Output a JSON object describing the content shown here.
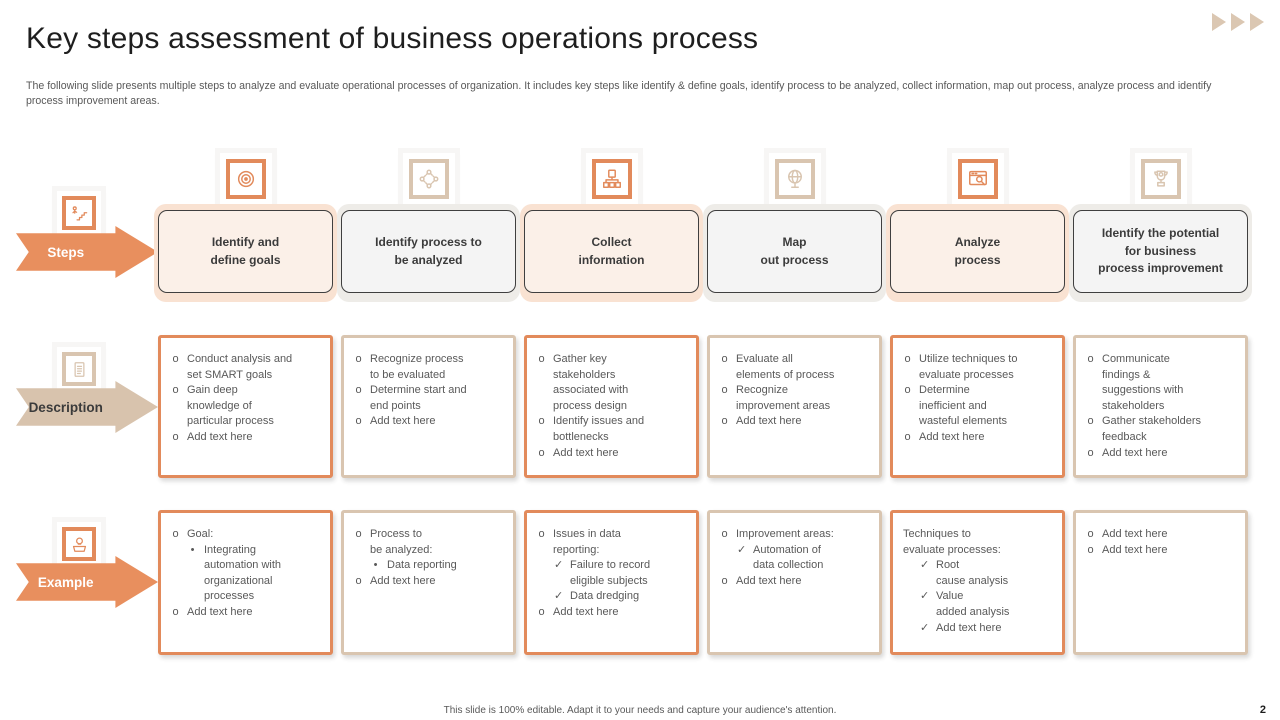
{
  "slide": {
    "title": "Key steps assessment of business operations process",
    "subtitle": "The following slide presents multiple steps to analyze and evaluate operational processes of organization. It includes key steps like identify & define goals, identify process to be analyzed, collect information, map out process, analyze process and identify process improvement areas.",
    "footer": "This slide is 100% editable.  Adapt it to your needs and capture your audience's attention.",
    "page_number": "2"
  },
  "decor": {
    "top_right_arrows": 3,
    "arrow_icon": "forward-triangles-icon"
  },
  "colors": {
    "orange": "#E28A5B",
    "orange_box_bg": "#FBF0E8",
    "tan": "#D9C5B0",
    "grey_box_bg": "#F4F4F4",
    "text_dark": "#3B3B3B",
    "text_body": "#595959"
  },
  "left_labels": {
    "steps": {
      "label": "Steps",
      "icon": "climb-steps-icon"
    },
    "description": {
      "label": "Description",
      "icon": "document-icon"
    },
    "example": {
      "label": "Example",
      "icon": "idea-tray-icon"
    }
  },
  "columns": [
    {
      "accent": "orange",
      "icon": "target-icon",
      "step": "Identify and\ndefine goals",
      "description": [
        {
          "m": "o",
          "t": "Conduct analysis and\nset SMART goals"
        },
        {
          "m": "o",
          "t": "Gain deep\nknowledge of\nparticular process"
        },
        {
          "m": "o",
          "t": "Add text here"
        }
      ],
      "example": [
        {
          "m": "o",
          "t": "Goal:"
        },
        {
          "m": "•",
          "t": "Integrating\nautomation with\norganizational\nprocesses",
          "cls": "sub"
        },
        {
          "m": "o",
          "t": "Add text here"
        }
      ]
    },
    {
      "accent": "tan",
      "icon": "workflow-icon",
      "step": "Identify process to\nbe analyzed",
      "description": [
        {
          "m": "o",
          "t": "Recognize process\nto be evaluated"
        },
        {
          "m": "o",
          "t": "Determine start and\nend points"
        },
        {
          "m": "o",
          "t": "Add text here"
        }
      ],
      "example": [
        {
          "m": "o",
          "t": "Process to\nbe analyzed:"
        },
        {
          "m": "•",
          "t": "Data reporting",
          "cls": "sub"
        },
        {
          "m": "o",
          "t": "Add text here"
        }
      ]
    },
    {
      "accent": "orange",
      "icon": "sitemap-icon",
      "step": "Collect\ninformation",
      "description": [
        {
          "m": "o",
          "t": "Gather key\nstakeholders\nassociated with\nprocess design"
        },
        {
          "m": "o",
          "t": "Identify issues and\nbottlenecks"
        },
        {
          "m": "o",
          "t": "Add text here"
        }
      ],
      "example": [
        {
          "m": "o",
          "t": "Issues in data\nreporting:"
        },
        {
          "m": "✓",
          "t": "Failure to record\neligible subjects",
          "cls": "sub"
        },
        {
          "m": "✓",
          "t": "Data dredging",
          "cls": "sub"
        },
        {
          "m": "o",
          "t": "Add text here"
        }
      ]
    },
    {
      "accent": "tan",
      "icon": "globe-icon",
      "step": "Map\nout process",
      "description": [
        {
          "m": "o",
          "t": "Evaluate all\nelements of process"
        },
        {
          "m": "o",
          "t": "Recognize\nimprovement areas"
        },
        {
          "m": "o",
          "t": "Add text here"
        }
      ],
      "example": [
        {
          "m": "o",
          "t": "Improvement areas:"
        },
        {
          "m": "✓",
          "t": "Automation of\ndata collection",
          "cls": "sub"
        },
        {
          "m": "o",
          "t": "Add text here"
        }
      ]
    },
    {
      "accent": "orange",
      "icon": "analyze-window-icon",
      "step": "Analyze\nprocess",
      "description": [
        {
          "m": "o",
          "t": "Utilize techniques to\nevaluate processes"
        },
        {
          "m": "o",
          "t": "Determine\ninefficient and\nwasteful elements"
        },
        {
          "m": "o",
          "t": "Add text here"
        }
      ],
      "example": [
        {
          "m": "",
          "t": "Techniques to\nevaluate processes:",
          "cls": "plain"
        },
        {
          "m": "✓",
          "t": "Root\ncause analysis",
          "cls": "sub"
        },
        {
          "m": "✓",
          "t": "Value\nadded analysis",
          "cls": "sub"
        },
        {
          "m": "✓",
          "t": "Add text here",
          "cls": "sub"
        }
      ]
    },
    {
      "accent": "tan",
      "icon": "trophy-icon",
      "step": "Identify the potential\nfor business\nprocess improvement",
      "description": [
        {
          "m": "o",
          "t": "Communicate\nfindings &\nsuggestions with\nstakeholders"
        },
        {
          "m": "o",
          "t": "Gather stakeholders\nfeedback"
        },
        {
          "m": "o",
          "t": "Add text here"
        }
      ],
      "example": [
        {
          "m": "o",
          "t": "Add text here"
        },
        {
          "m": "o",
          "t": "Add text here"
        }
      ]
    }
  ]
}
